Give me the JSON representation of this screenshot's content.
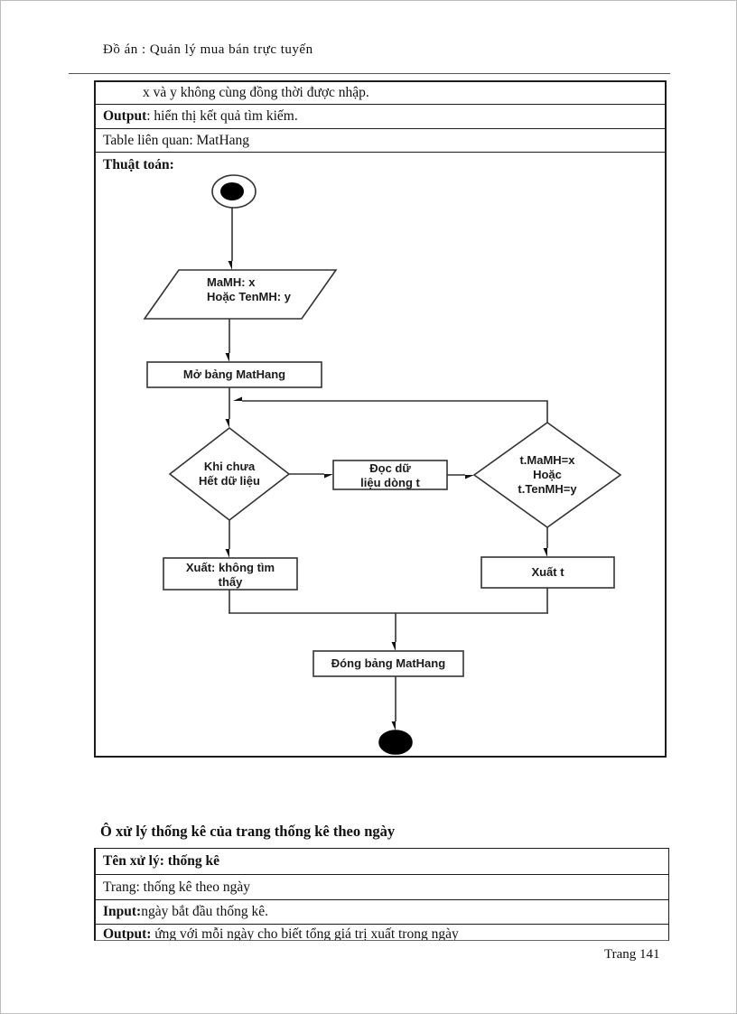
{
  "page": {
    "header": "Đồ án : Quản lý mua bán trực tuyến",
    "footer": "Trang 141"
  },
  "spec_table": {
    "note": "x và y không cùng đồng thời được nhập.",
    "output_label": "Output",
    "output_text": " : hiển thị kết quả tìm kiếm.",
    "related_table": "Table liên quan: MatHang",
    "algorithm_label": "Thuật toán:"
  },
  "flowchart": {
    "input_node": "MaMH: x\nHoặc TenMH: y",
    "open_table": "Mở bảng MatHang",
    "loop_condition": "Khi chưa\nHết dữ liệu",
    "read_row": "Đọc dữ\nliệu dòng t",
    "match_condition": "t.MaMH=x\nHoặc\nt.TenMH=y",
    "not_found": "Xuất: không tìm\nthấy",
    "found": "Xuất t",
    "close_table": "Đóng bảng MatHang"
  },
  "stats_section": {
    "heading": "Ô xử lý thống kê của trang thống kê theo ngày",
    "name_row": "Tên xử lý: thống kê",
    "page_row": "Trang:  thống kê theo ngày",
    "input_label": "Input:",
    "input_text": " ngày bắt đầu thống kê.",
    "output_label": "Output:",
    "output_text": " ứng với mỗi ngày cho biết tổng giá trị xuất trong ngày"
  }
}
